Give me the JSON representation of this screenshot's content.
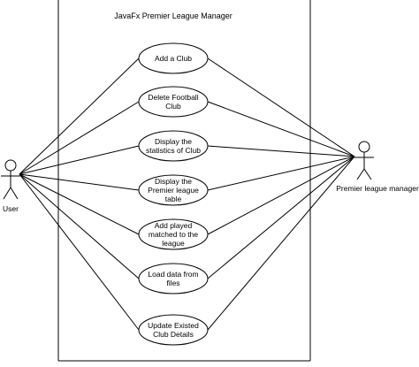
{
  "system": {
    "title": "JavaFx Premier League Manager"
  },
  "actors": {
    "left": {
      "label": "User",
      "icon": "stick-figure-icon"
    },
    "right": {
      "label": "Premier league manager",
      "icon": "stick-figure-icon"
    }
  },
  "use_cases": [
    {
      "id": "add-club",
      "lines": [
        "Add a Club"
      ]
    },
    {
      "id": "delete-club",
      "lines": [
        "Delete Football",
        "Club"
      ]
    },
    {
      "id": "display-stats",
      "lines": [
        "Display the",
        "statistics of  Club"
      ]
    },
    {
      "id": "display-table",
      "lines": [
        "Display the",
        "Premier league",
        "table"
      ]
    },
    {
      "id": "add-played",
      "lines": [
        "Add played",
        "matched to the",
        "league"
      ]
    },
    {
      "id": "load-data",
      "lines": [
        "Load data from",
        "files"
      ]
    },
    {
      "id": "update-club",
      "lines": [
        "Update Existed",
        "Club Details"
      ]
    }
  ]
}
